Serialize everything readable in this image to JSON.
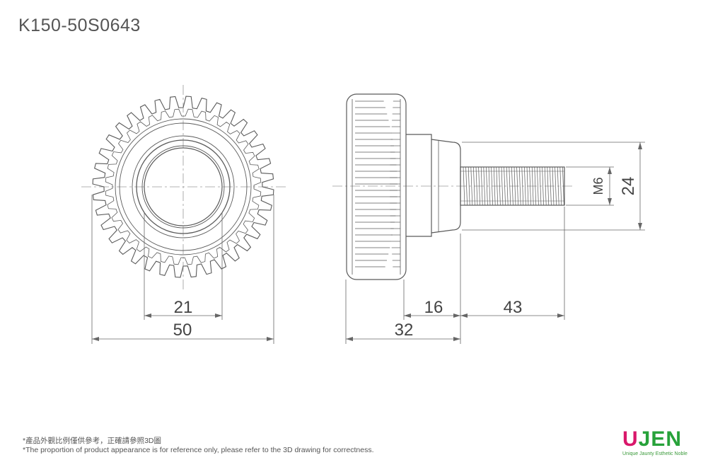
{
  "title": {
    "part_number": "K150-50S0643"
  },
  "dimensions": {
    "inner_dia": "21",
    "outer_dia": "50",
    "collar_len": "16",
    "screw_len": "43",
    "total_len": "32",
    "thread": "M6",
    "collar_dia": "24"
  },
  "notes": {
    "zh": "*產品外觀比例僅供參考，正確請參照3D圖",
    "en": "*The proportion of product appearance is for reference only, please refer to the 3D drawing for correctness."
  },
  "brand": {
    "letters": [
      "U",
      "J",
      "E",
      "N"
    ],
    "colors": [
      "#d9186b",
      "#27a23a",
      "#27a23a",
      "#27a23a"
    ],
    "slogan": "Unique Jaunty Esthetic Noble"
  },
  "colors": {
    "line": "#5a5a5a",
    "dim_line": "#666666",
    "center_line": "#9a9a9a"
  }
}
